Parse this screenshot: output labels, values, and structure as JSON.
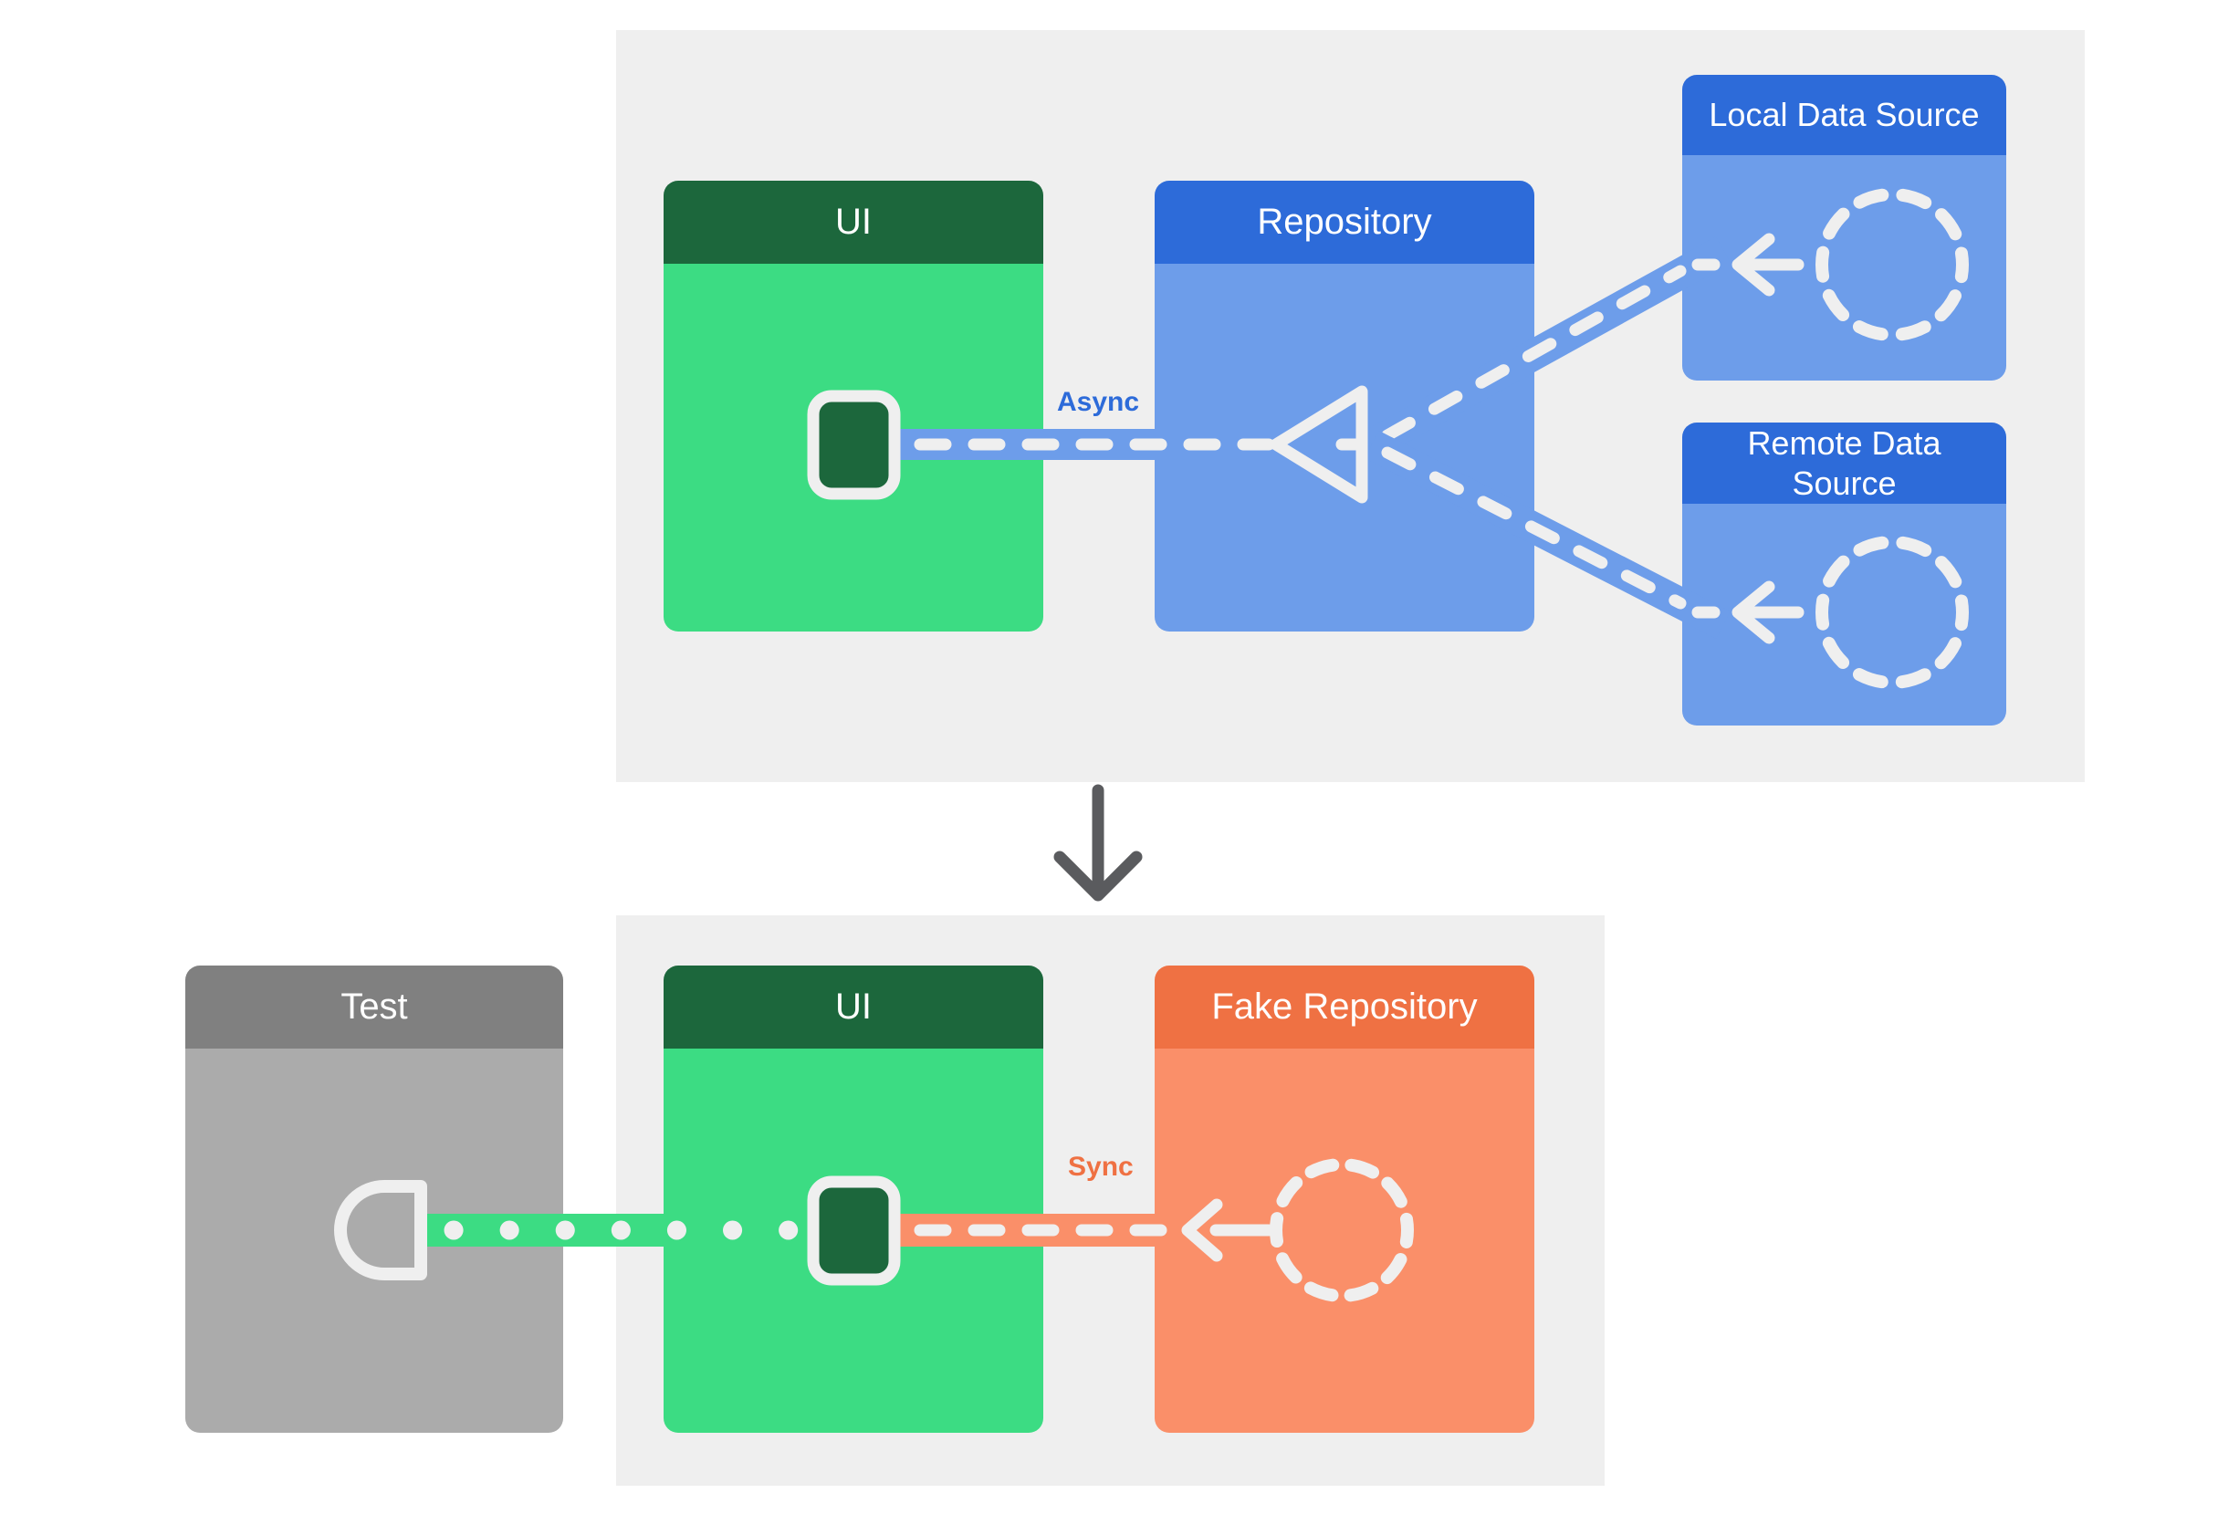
{
  "diagram": {
    "top_panel": {
      "ui_box": {
        "title": "UI"
      },
      "repository_box": {
        "title": "Repository"
      },
      "local_data_source_box": {
        "title": "Local Data Source"
      },
      "remote_data_source_box": {
        "title": "Remote Data\nSource"
      },
      "connection_label": "Async"
    },
    "bottom_panel": {
      "test_box": {
        "title": "Test"
      },
      "ui_box": {
        "title": "UI"
      },
      "fake_repository_box": {
        "title": "Fake Repository"
      },
      "connection_label": "Sync"
    },
    "icons": {
      "repository_input": "open-triangle-arrow-left-icon",
      "data_source": "dashed-circle-icon",
      "flow_direction": "arrow-left-icon",
      "test_attachment": "half-circle-socket-icon",
      "ui_state": "rounded-square-icon",
      "section_transition": "arrow-down-icon"
    },
    "colors": {
      "page_bg": "#FFFFFF",
      "panel_bg": "#EFEFEF",
      "green_header": "#1C673C",
      "green_body": "#3CDC83",
      "blue_header": "#2D6BD9",
      "blue_body": "#6D9DEA",
      "orange_header": "#EF7143",
      "orange_body": "#FA8F69",
      "gray_header": "#808080",
      "gray_body": "#ABABAB",
      "connector_white": "#EFEFEF",
      "async_label_color": "#2D6BD9",
      "sync_label_color": "#EF7143",
      "down_arrow_color": "#5A5B5E"
    }
  }
}
